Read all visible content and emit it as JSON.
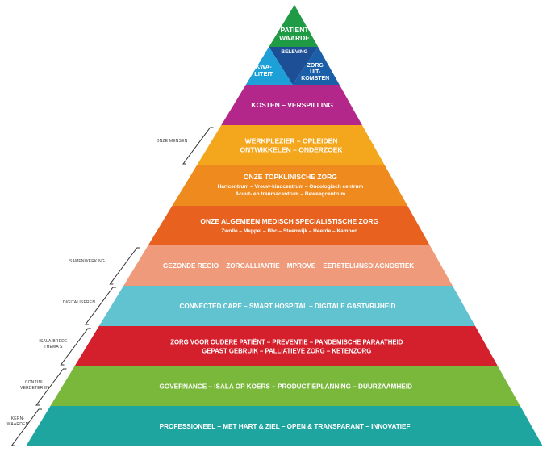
{
  "colors": {
    "top": "#1f9a45",
    "beleving": "#1c4f96",
    "kwaliteit": "#1d9fd8",
    "zorguitkomsten": "#1b5fa8",
    "kosten": "#b3278a",
    "werkplezier": "#f4a71d",
    "topklinisch": "#ef8a1e",
    "algemeen": "#e8611e",
    "gezonde": "#ef9a7a",
    "connected": "#62c3d0",
    "zorgvoor": "#d41f2c",
    "governance": "#79b83a",
    "professioneel": "#1ea5a0"
  },
  "top": {
    "patientwaarde": [
      "PATIËNT",
      "WAARDE"
    ],
    "beleving": "BELEVING",
    "kwaliteit": [
      "KWA-",
      "LITEIT"
    ],
    "zorguitkomsten": [
      "ZORG",
      "UIT-",
      "KOMSTEN"
    ]
  },
  "tiers": [
    {
      "key": "kosten",
      "lines": [
        "KOSTEN – VERSPILLING"
      ]
    },
    {
      "key": "werkplezier",
      "lines": [
        "WERKPLEZIER – OPLEIDEN",
        "ONTWIKKELEN – ONDERZOEK"
      ]
    },
    {
      "key": "topklinisch",
      "lines": [
        "ONZE TOPKLINISCHE ZORG",
        "Hartcentrum – Vrouw-kindcentrum – Oncologisch centrum",
        "Acuut- en traumacentrum – Beweegcentrum"
      ]
    },
    {
      "key": "algemeen",
      "lines": [
        "ONZE ALGEMEEN MEDISCH SPECIALISTISCHE ZORG",
        "Zwolle – Meppel – Bhc – Steenwijk – Heerde – Kampen"
      ]
    },
    {
      "key": "gezonde",
      "lines": [
        "GEZONDE REGIO – ZORGALLIANTIE – MPROVE – EERSTELIJNSDIAGNOSTIEK"
      ]
    },
    {
      "key": "connected",
      "lines": [
        "CONNECTED CARE – SMART HOSPITAL – DIGITALE GASTVRIJHEID"
      ]
    },
    {
      "key": "zorgvoor",
      "lines": [
        "ZORG VOOR OUDERE PATIËNT – PREVENTIE – PANDEMISCHE PARAATHEID",
        "GEPAST GEBRUIK – PALLIATIEVE ZORG – KETENZORG"
      ]
    },
    {
      "key": "governance",
      "lines": [
        "GOVERNANCE – ISALA OP KOERS – PRODUCTIEPLANNING – DUURZAAMHEID"
      ]
    },
    {
      "key": "professioneel",
      "lines": [
        "PROFESSIONEEL – MET HART & ZIEL – OPEN & TRANSPARANT – INNOVATIEF"
      ]
    }
  ],
  "side_labels": [
    {
      "lines": [
        "ONZE MENSEN"
      ]
    },
    {
      "lines": [
        "SAMENWERKING"
      ]
    },
    {
      "lines": [
        "DIGITALISEREN"
      ]
    },
    {
      "lines": [
        "ISALA-BREDE",
        "THEMA'S"
      ]
    },
    {
      "lines": [
        "CONTINU",
        "VERBETEREN"
      ]
    },
    {
      "lines": [
        "KERN-",
        "WAARDEN"
      ]
    }
  ]
}
